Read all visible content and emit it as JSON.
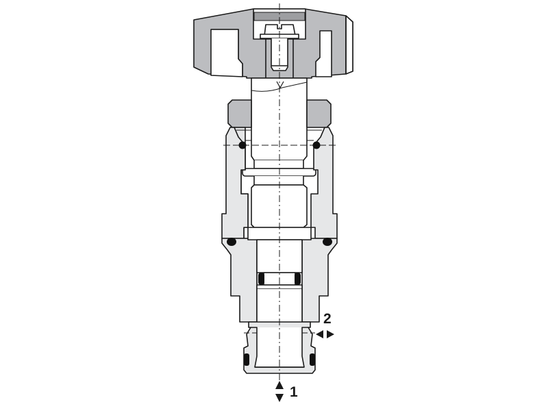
{
  "diagram": {
    "type": "cross-section",
    "subject": "hydraulic cartridge valve with knob",
    "colors": {
      "knob": "#bcbdc0",
      "knob_insert": "#9d9ea1",
      "body": "#e6e7e8",
      "spool": "#ffffff",
      "outline": "#1a1a1a",
      "seal": "#111111"
    },
    "ports": [
      {
        "id": "2",
        "label": "2",
        "direction": "horizontal-bidirectional",
        "icon": "double-arrow-horizontal-icon"
      },
      {
        "id": "1",
        "label": "1",
        "direction": "vertical-bidirectional",
        "icon": "double-arrow-vertical-icon"
      }
    ]
  }
}
